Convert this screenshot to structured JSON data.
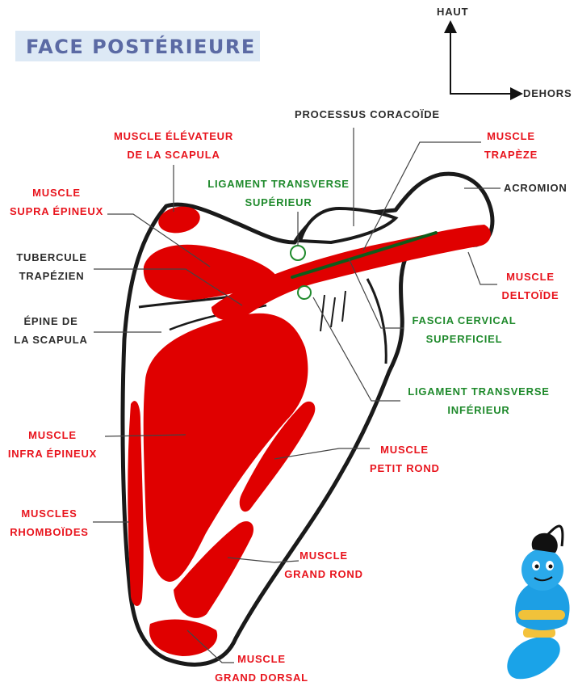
{
  "title": "FACE POSTÉRIEURE",
  "orientation": {
    "up": "HAUT",
    "right": "DEHORS"
  },
  "colors": {
    "muscle": "#e00000",
    "ligament": "#1f8a2c",
    "fascia": "#0e5c1a",
    "bone_outline": "#1a1a1a",
    "title": "#5b6aa4",
    "title_bg": "#dde9f5"
  },
  "labels": {
    "elevateur": [
      "MUSCLE ÉLÉVATEUR",
      "DE LA SCAPULA"
    ],
    "coracoide": [
      "PROCESSUS CORACOÏDE"
    ],
    "trapeze": [
      "MUSCLE",
      "TRAPÈZE"
    ],
    "acromion": [
      "ACROMION"
    ],
    "supra": [
      "MUSCLE",
      "SUPRA ÉPINEUX"
    ],
    "lig_sup": [
      "LIGAMENT TRANSVERSE",
      "SUPÉRIEUR"
    ],
    "tubercule": [
      "TUBERCULE",
      "TRAPÉZIEN"
    ],
    "deltoide": [
      "MUSCLE",
      "DELTOÏDE"
    ],
    "epine": [
      "ÉPINE DE",
      "LA SCAPULA"
    ],
    "fascia": [
      "FASCIA CERVICAL",
      "SUPERFICIEL"
    ],
    "lig_inf": [
      "LIGAMENT TRANSVERSE",
      "INFÉRIEUR"
    ],
    "infra": [
      "MUSCLE",
      "INFRA ÉPINEUX"
    ],
    "petit_rond": [
      "MUSCLE",
      "PETIT ROND"
    ],
    "rhomboides": [
      "MUSCLES",
      "RHOMBOÏDES"
    ],
    "grand_rond": [
      "MUSCLE",
      "GRAND ROND"
    ],
    "grand_dorsal": [
      "MUSCLE",
      "GRAND DORSAL"
    ]
  },
  "mascot": {
    "icon": "genie-mascot-icon"
  }
}
